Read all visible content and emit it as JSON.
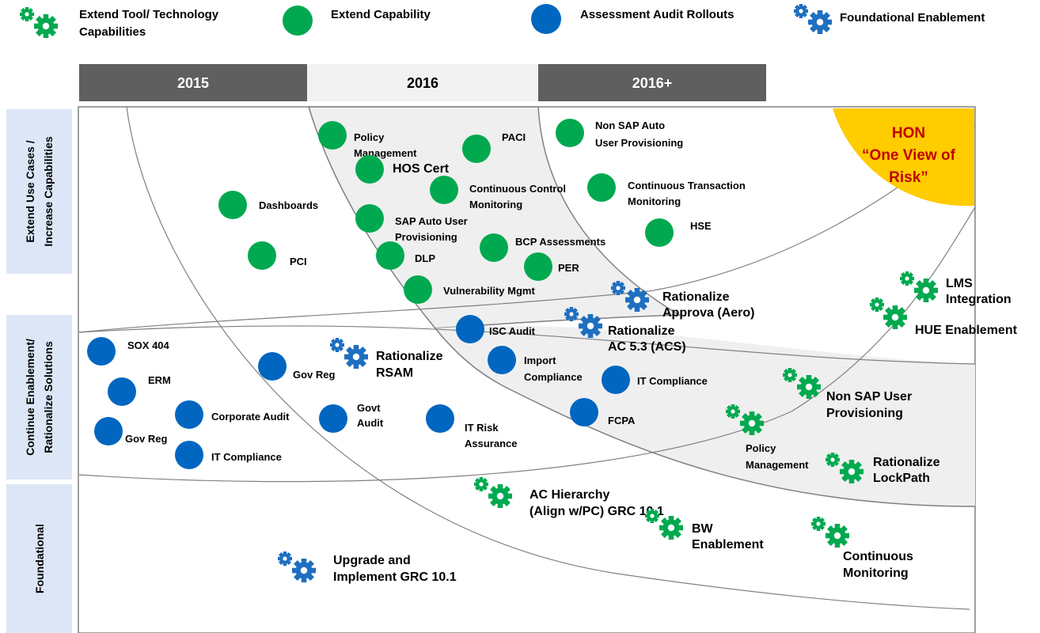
{
  "legend": [
    {
      "label_lines": [
        "Extend Tool/ Technology",
        "Capabilities"
      ],
      "icon": "green-gear-icon"
    },
    {
      "label_lines": [
        "Extend Capability"
      ],
      "icon": "green-circle-icon"
    },
    {
      "label_lines": [
        "Assessment Audit Rollouts"
      ],
      "icon": "blue-circle-icon"
    },
    {
      "label_lines": [
        "Foundational Enablement"
      ],
      "icon": "blue-gear-icon"
    }
  ],
  "years": [
    "2015",
    "2016",
    "2016+"
  ],
  "rows": [
    {
      "lines": [
        "Extend Use Cases /",
        "Increase Capabilities"
      ]
    },
    {
      "lines": [
        "Continue Enablement/",
        "Rationalize Solutions"
      ]
    },
    {
      "lines": [
        "Foundational"
      ]
    }
  ],
  "hon": {
    "lines": [
      "HON",
      "“One View of",
      "Risk”"
    ]
  },
  "colors": {
    "green": "#00a94f",
    "blue": "#0066c0",
    "gear_blue": "#1e6fc0",
    "year_dark": "#5f5f5f",
    "year_light": "#f2f2f2",
    "row_bg": "#dce6f7",
    "zone_fill": "#efefef",
    "hon": "#ffcc00"
  },
  "items": [
    {
      "type": "green-circle",
      "label_lines": [
        "Policy",
        "Management"
      ]
    },
    {
      "type": "green-circle",
      "label_lines": [
        "PACI"
      ]
    },
    {
      "type": "green-circle",
      "label_lines": [
        "Non SAP Auto",
        "User Provisioning"
      ]
    },
    {
      "type": "green-circle",
      "label_lines": [
        "HOS Cert"
      ]
    },
    {
      "type": "green-circle",
      "label_lines": [
        "Continuous Control",
        "Monitoring"
      ]
    },
    {
      "type": "green-circle",
      "label_lines": [
        "Continuous Transaction",
        "Monitoring"
      ]
    },
    {
      "type": "green-circle",
      "label_lines": [
        "Dashboards"
      ]
    },
    {
      "type": "green-circle",
      "label_lines": [
        "SAP Auto User",
        "Provisioning"
      ]
    },
    {
      "type": "green-circle",
      "label_lines": [
        "HSE"
      ]
    },
    {
      "type": "green-circle",
      "label_lines": [
        "PCI"
      ]
    },
    {
      "type": "green-circle",
      "label_lines": [
        "DLP"
      ]
    },
    {
      "type": "green-circle",
      "label_lines": [
        "BCP Assessments"
      ]
    },
    {
      "type": "green-circle",
      "label_lines": [
        "PER"
      ]
    },
    {
      "type": "green-circle",
      "label_lines": [
        "Vulnerability Mgmt"
      ]
    },
    {
      "type": "blue-circle",
      "label_lines": [
        "SOX 404"
      ]
    },
    {
      "type": "blue-circle",
      "label_lines": [
        "ERM"
      ]
    },
    {
      "type": "blue-circle",
      "label_lines": [
        "Gov Reg"
      ]
    },
    {
      "type": "blue-circle",
      "label_lines": [
        "Corporate Audit"
      ]
    },
    {
      "type": "blue-circle",
      "label_lines": [
        "IT Compliance"
      ]
    },
    {
      "type": "blue-circle",
      "label_lines": [
        "Gov Reg"
      ]
    },
    {
      "type": "blue-circle",
      "label_lines": [
        "Govt",
        "Audit"
      ]
    },
    {
      "type": "blue-circle",
      "label_lines": [
        "IT Risk",
        "Assurance"
      ]
    },
    {
      "type": "blue-circle",
      "label_lines": [
        "ISC Audit"
      ]
    },
    {
      "type": "blue-circle",
      "label_lines": [
        "Import",
        "Compliance"
      ]
    },
    {
      "type": "blue-circle",
      "label_lines": [
        "IT Compliance"
      ]
    },
    {
      "type": "blue-circle",
      "label_lines": [
        "FCPA"
      ]
    },
    {
      "type": "blue-gear",
      "label_lines": [
        "Rationalize",
        "RSAM"
      ]
    },
    {
      "type": "blue-gear",
      "label_lines": [
        "Rationalize",
        "Approva (Aero)"
      ]
    },
    {
      "type": "blue-gear",
      "label_lines": [
        "Rationalize",
        "AC 5.3 (ACS)"
      ]
    },
    {
      "type": "blue-gear",
      "label_lines": [
        "Upgrade and",
        "Implement GRC 10.1"
      ]
    },
    {
      "type": "green-gear",
      "label_lines": [
        "LMS",
        "Integration"
      ]
    },
    {
      "type": "green-gear",
      "label_lines": [
        "HUE Enablement"
      ]
    },
    {
      "type": "green-gear",
      "label_lines": [
        "Non SAP User",
        "Provisioning"
      ]
    },
    {
      "type": "green-gear",
      "label_lines": [
        "Policy",
        "Management"
      ]
    },
    {
      "type": "green-gear",
      "label_lines": [
        "Rationalize",
        "LockPath"
      ]
    },
    {
      "type": "green-gear",
      "label_lines": [
        "AC Hierarchy",
        "(Align w/PC) GRC 10.1"
      ]
    },
    {
      "type": "green-gear",
      "label_lines": [
        "BW",
        "Enablement"
      ]
    },
    {
      "type": "green-gear",
      "label_lines": [
        "Continuous",
        "Monitoring"
      ]
    }
  ]
}
